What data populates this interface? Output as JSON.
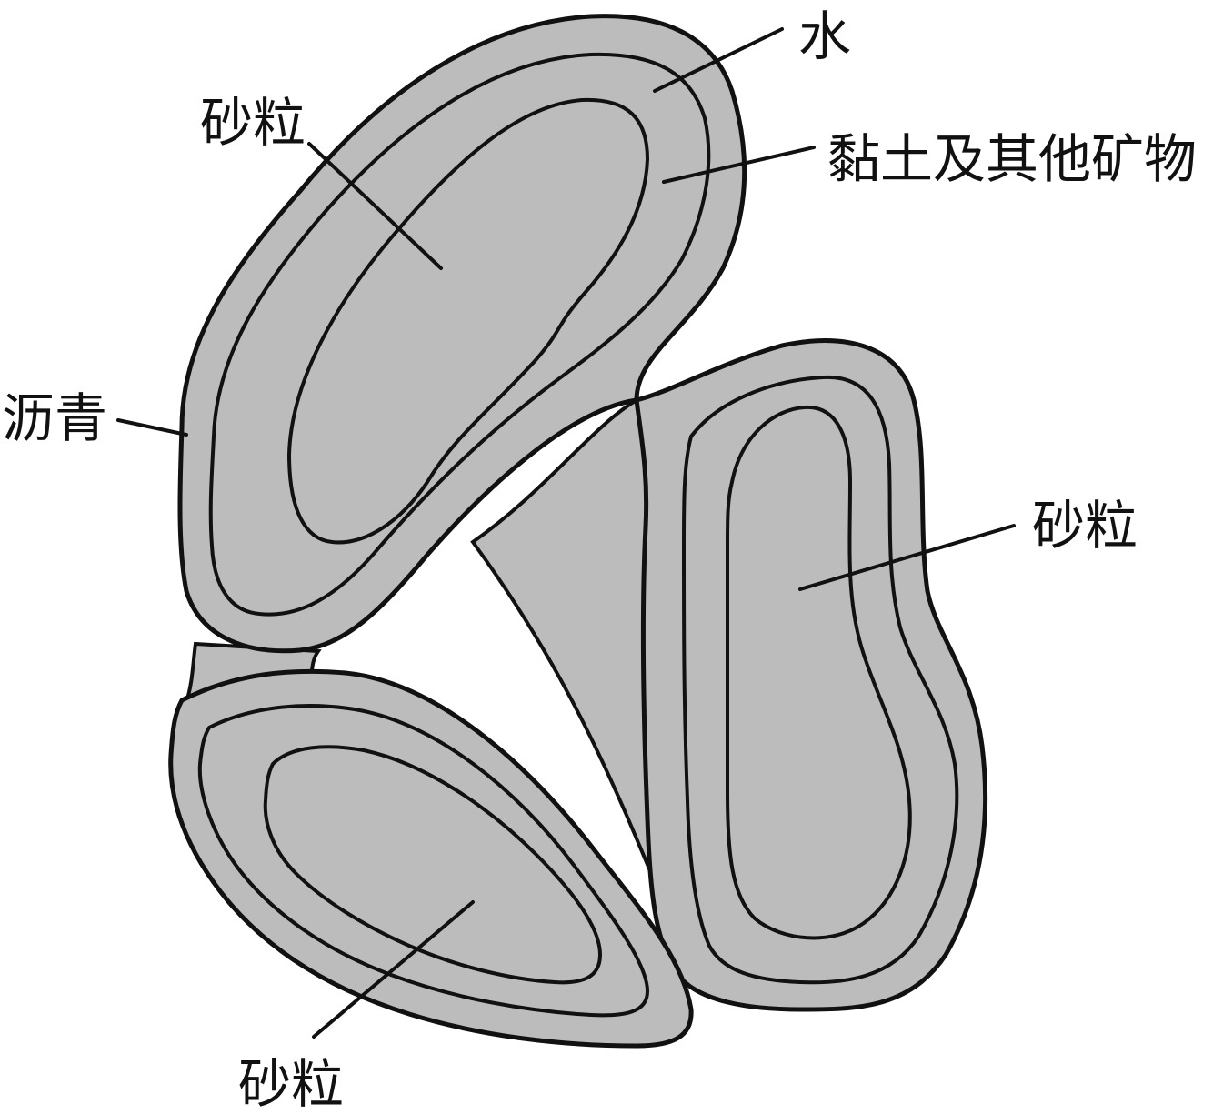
{
  "labels": {
    "water": "水",
    "clay_minerals": "黏土及其他矿物",
    "sand_top": "砂粒",
    "asphalt": "沥青",
    "sand_right": "砂粒",
    "sand_bottom": "砂粒"
  },
  "colors": {
    "asphalt_fill": "#bcbcbc",
    "outline": "#111111",
    "dot_pattern": "#8a8a8a",
    "hatch_pattern": "#777777",
    "background": "#ffffff"
  }
}
